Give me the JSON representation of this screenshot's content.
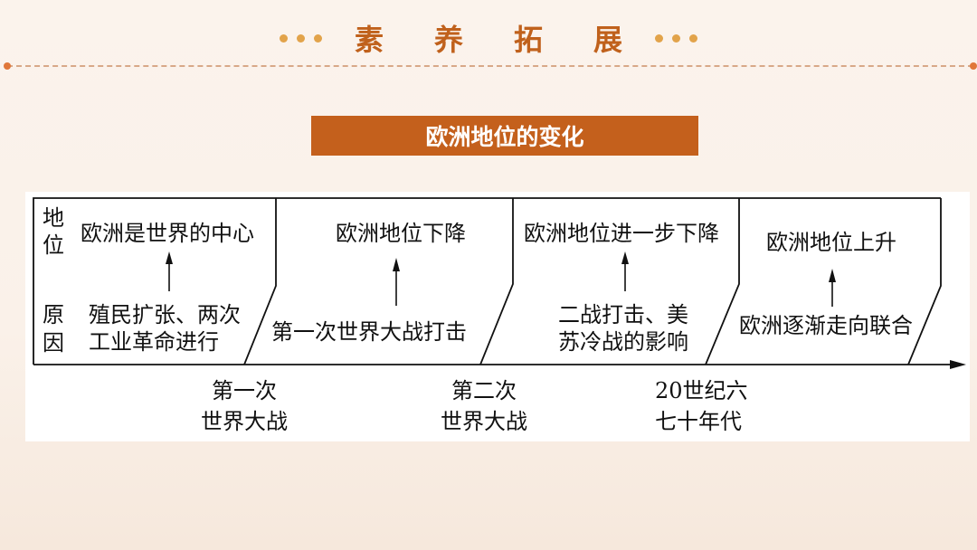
{
  "header": {
    "title_chars": [
      "素",
      "养",
      "拓",
      "展"
    ],
    "accent_color": "#c0611c",
    "dot_color": "#e2a34a"
  },
  "banner": {
    "title": "欧洲地位的变化",
    "background": "#c4601c"
  },
  "diagram": {
    "row_labels": {
      "status": [
        "地",
        "位"
      ],
      "cause": [
        "原",
        "因"
      ]
    },
    "stages": [
      {
        "status": "欧洲是世界的中心",
        "cause_lines": [
          "殖民扩张、两次",
          "工业革命进行"
        ]
      },
      {
        "status": "欧洲地位下降",
        "cause_lines": [
          "第一次世界大战打击"
        ]
      },
      {
        "status": "欧洲地位进一步下降",
        "cause_lines": [
          "二战打击、美",
          "苏冷战的影响"
        ]
      },
      {
        "status": "欧洲地位上升",
        "cause_lines": [
          "欧洲逐渐走向联合"
        ]
      }
    ],
    "timeline_marks": [
      {
        "lines": [
          "第一次",
          "世界大战"
        ]
      },
      {
        "lines": [
          "第二次",
          "世界大战"
        ]
      },
      {
        "lines": [
          "20世纪六",
          "七十年代"
        ]
      }
    ]
  }
}
